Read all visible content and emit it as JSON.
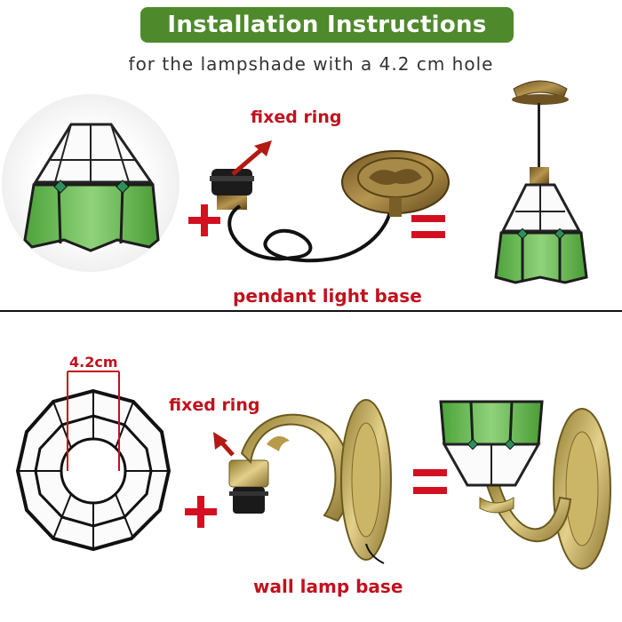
{
  "header": {
    "title": "Installation Instructions",
    "subtitle": "for the lampshade with a 4.2 cm hole"
  },
  "top_section": {
    "ring_label": "fixed ring",
    "base_label": "pendant light base",
    "plus_symbol": "+",
    "equals_symbol": "="
  },
  "bottom_section": {
    "hole_label": "4.2cm",
    "ring_label": "fixed ring",
    "base_label": "wall lamp base",
    "plus_symbol": "+",
    "equals_symbol": "="
  },
  "colors": {
    "title_bg": "#4e8a2c",
    "label_red": "#c0121e",
    "glass_green": "#5fb548",
    "glass_white": "#f7f7f7",
    "bronze": "#9a7b3c",
    "brass": "#c9b25a"
  }
}
